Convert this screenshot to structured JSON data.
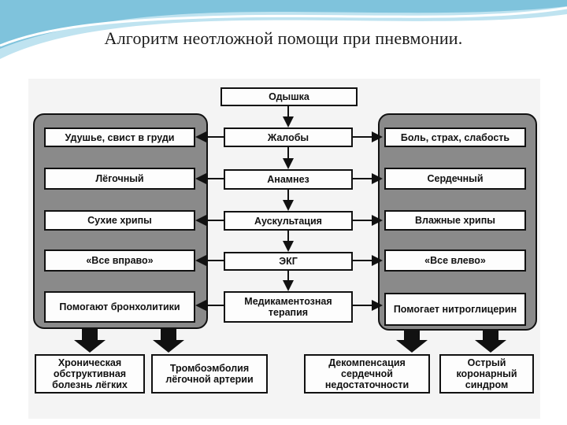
{
  "title": "Алгоритм неотложной помощи при пневмонии.",
  "center": [
    "Одышка",
    "Жалобы",
    "Анамнез",
    "Аускультация",
    "ЭКГ",
    "Медикаментозная терапия"
  ],
  "left": [
    "Удушье, свист в груди",
    "Лёгочный",
    "Сухие хрипы",
    "«Все вправо»",
    "Помогают бронхолитики"
  ],
  "right": [
    "Боль, страх, слабость",
    "Сердечный",
    "Влажные хрипы",
    "«Все влево»",
    "Помогает нитроглицерин"
  ],
  "outcomes": [
    "Хроническая обструктивная болезнь лёгких",
    "Тромбоэмболия лёгочной артерии",
    "Декомпенсация сердечной недостаточности",
    "Острый коронарный синдром"
  ],
  "colors": {
    "wave": "#7fc3dc",
    "panel": "#8a8a8a",
    "line": "#111111"
  }
}
